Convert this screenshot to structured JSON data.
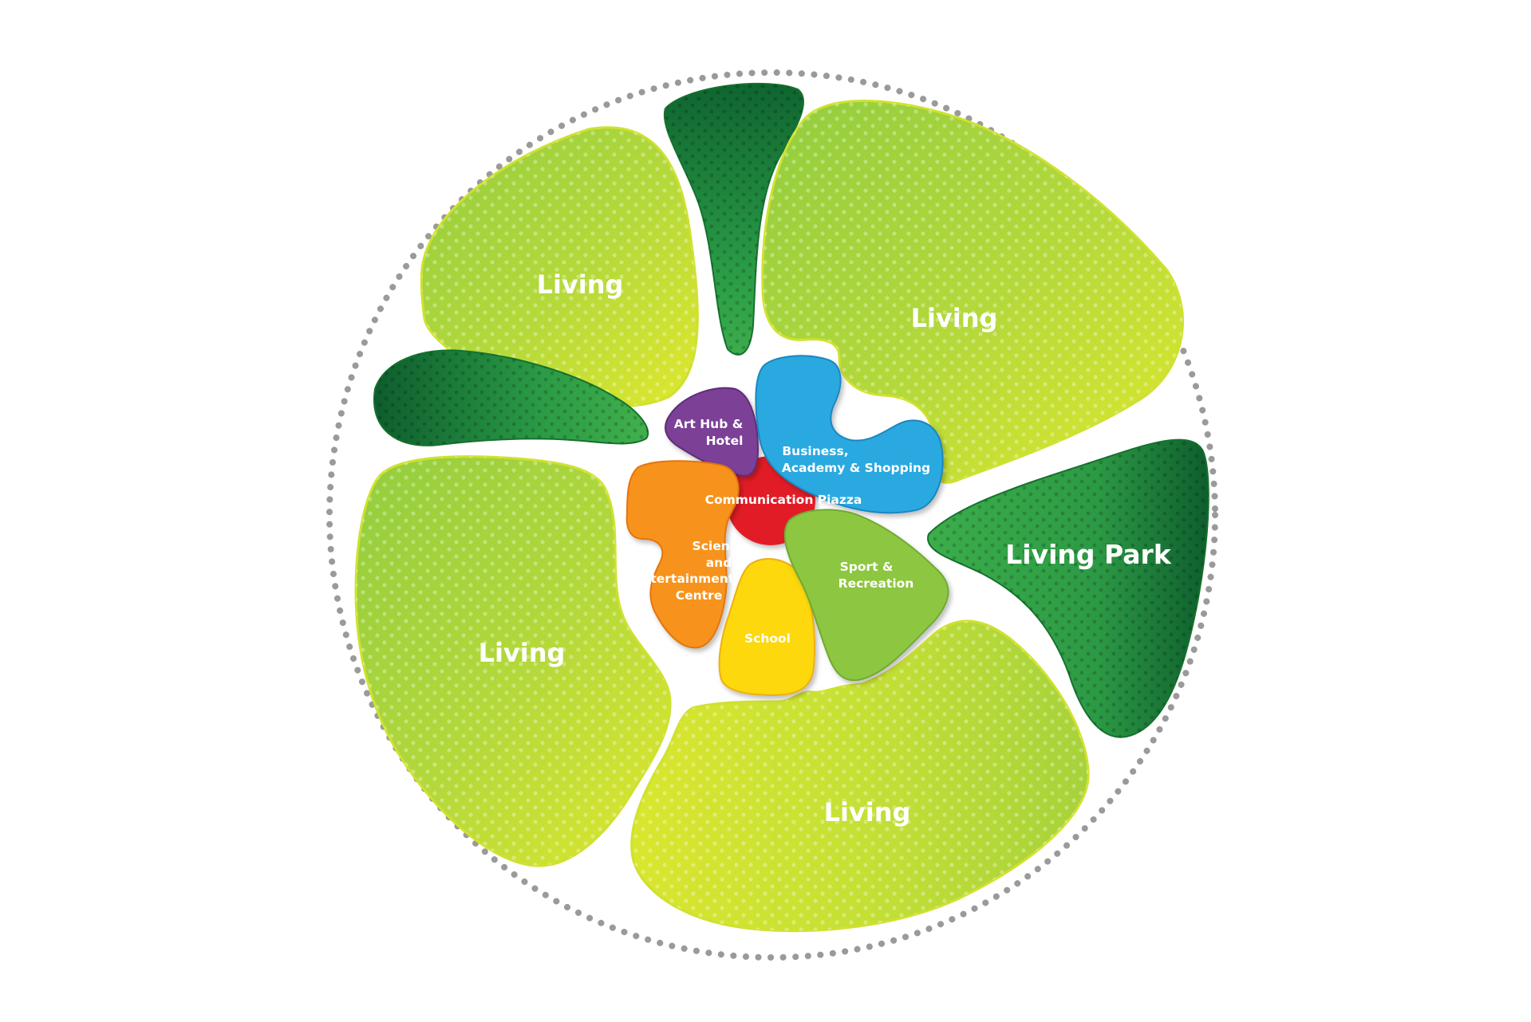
{
  "zones": {
    "living_top_left": "Living",
    "living_top_right": "Living",
    "living_left": "Living",
    "living_bottom": "Living",
    "living_park": "Living Park",
    "art_hub_line1": "Art Hub &",
    "art_hub_line2": "Hotel",
    "business_line1": "Business,",
    "business_line2": "Academy & Shopping",
    "piazza": "Communication Piazza",
    "science_line1": "Science",
    "science_line2": "and",
    "science_line3": "Entertainment",
    "science_line4": "Centre",
    "sport_line1": "Sport &",
    "sport_line2": "Recreation",
    "school": "School"
  },
  "colors": {
    "living_light": "#dbe62d",
    "living_mid": "#a9d23a",
    "park_light": "#3aaa4a",
    "park_dark": "#0d5c2c",
    "art_hub": "#7b3f97",
    "business": "#29a9e0",
    "piazza": "#e21f26",
    "science": "#f7931e",
    "sport": "#8dc63f",
    "school": "#fcd80f",
    "dotted_ring": "#9a9a9a"
  }
}
